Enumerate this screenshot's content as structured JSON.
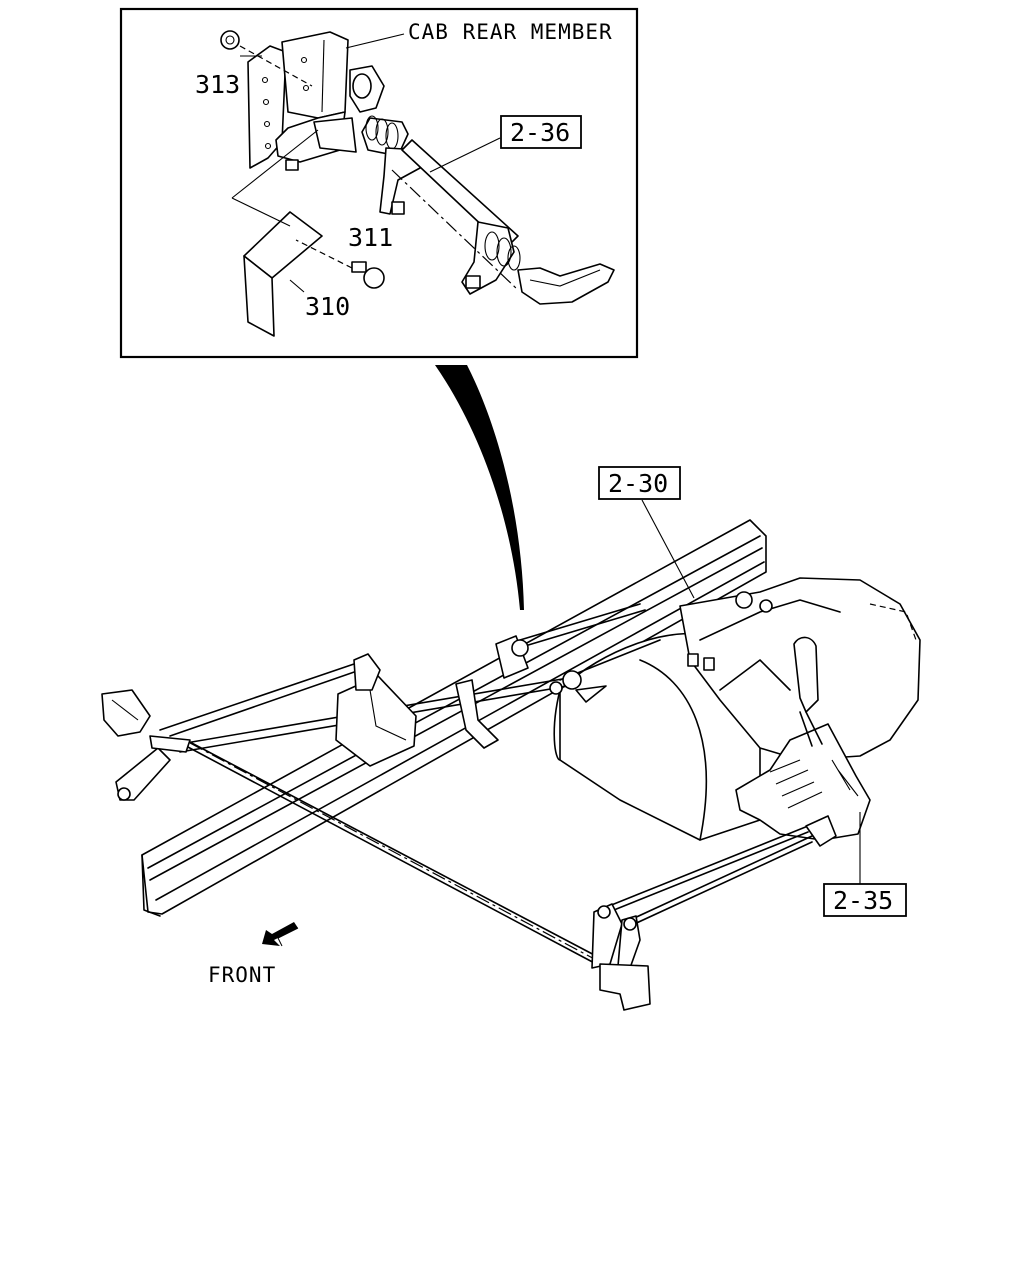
{
  "inset": {
    "cab_rear_member_label": "CAB REAR MEMBER",
    "ref_2_36": "2-36",
    "part_313": "313",
    "part_311": "311",
    "part_310": "310"
  },
  "main": {
    "ref_2_30": "2-30",
    "ref_2_35": "2-35",
    "front_label": "FRONT",
    "front_arrow_icon": "arrow-down-left-icon"
  }
}
